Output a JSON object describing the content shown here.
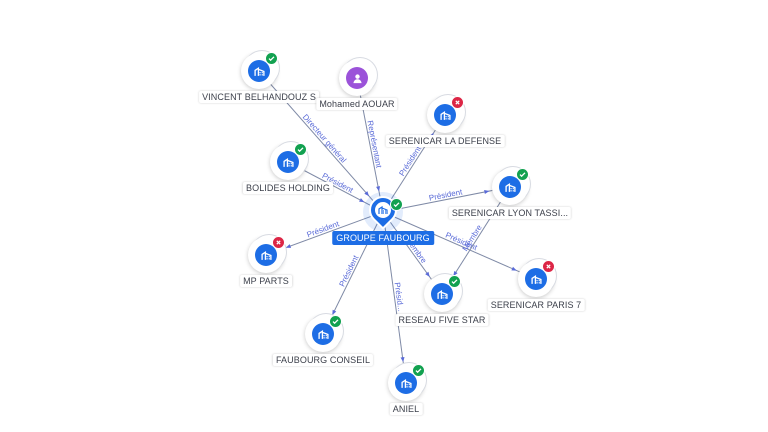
{
  "center": {
    "name": "GROUPE FAUBOURG",
    "icon": "building-icon",
    "status": "ok"
  },
  "nodes": [
    {
      "id": "vincent",
      "name": "VINCENT BELHANDOUZ S",
      "icon": "building-icon",
      "status": "ok"
    },
    {
      "id": "mohamed",
      "name": "Mohamed AOUAR",
      "icon": "person-icon",
      "status": "none"
    },
    {
      "id": "serenicar_defense",
      "name": "SERENICAR LA DEFENSE",
      "icon": "building-icon",
      "status": "ko"
    },
    {
      "id": "bolides",
      "name": "BOLIDES HOLDING",
      "icon": "building-icon",
      "status": "ok"
    },
    {
      "id": "serenicar_lyon",
      "name": "SERENICAR LYON TASSI...",
      "icon": "building-icon",
      "status": "ok"
    },
    {
      "id": "mp_parts",
      "name": "MP PARTS",
      "icon": "building-icon",
      "status": "ko"
    },
    {
      "id": "serenicar_paris7",
      "name": "SERENICAR PARIS 7",
      "icon": "building-icon",
      "status": "ko"
    },
    {
      "id": "reseau",
      "name": "RESEAU FIVE STAR",
      "icon": "building-icon",
      "status": "ok"
    },
    {
      "id": "faubourg_conseil",
      "name": "FAUBOURG CONSEIL",
      "icon": "building-icon",
      "status": "ok"
    },
    {
      "id": "aniel",
      "name": "ANIEL",
      "icon": "building-icon",
      "status": "ok"
    }
  ],
  "edges": [
    {
      "from": "vincent",
      "to": "center",
      "label": "Directeur général"
    },
    {
      "from": "mohamed",
      "to": "center",
      "label": "Représentant"
    },
    {
      "from": "center",
      "to": "serenicar_defense",
      "label": "Président"
    },
    {
      "from": "bolides",
      "to": "center",
      "label": "Président"
    },
    {
      "from": "center",
      "to": "serenicar_lyon",
      "label": "Président"
    },
    {
      "from": "center",
      "to": "mp_parts",
      "label": "Président"
    },
    {
      "from": "center",
      "to": "serenicar_paris7",
      "label": "Président"
    },
    {
      "from": "center",
      "to": "reseau",
      "label": "Membre"
    },
    {
      "from": "serenicar_lyon",
      "to": "reseau",
      "label": "Membre"
    },
    {
      "from": "center",
      "to": "faubourg_conseil",
      "label": "Président"
    },
    {
      "from": "center",
      "to": "aniel",
      "label": "Présid..."
    }
  ]
}
